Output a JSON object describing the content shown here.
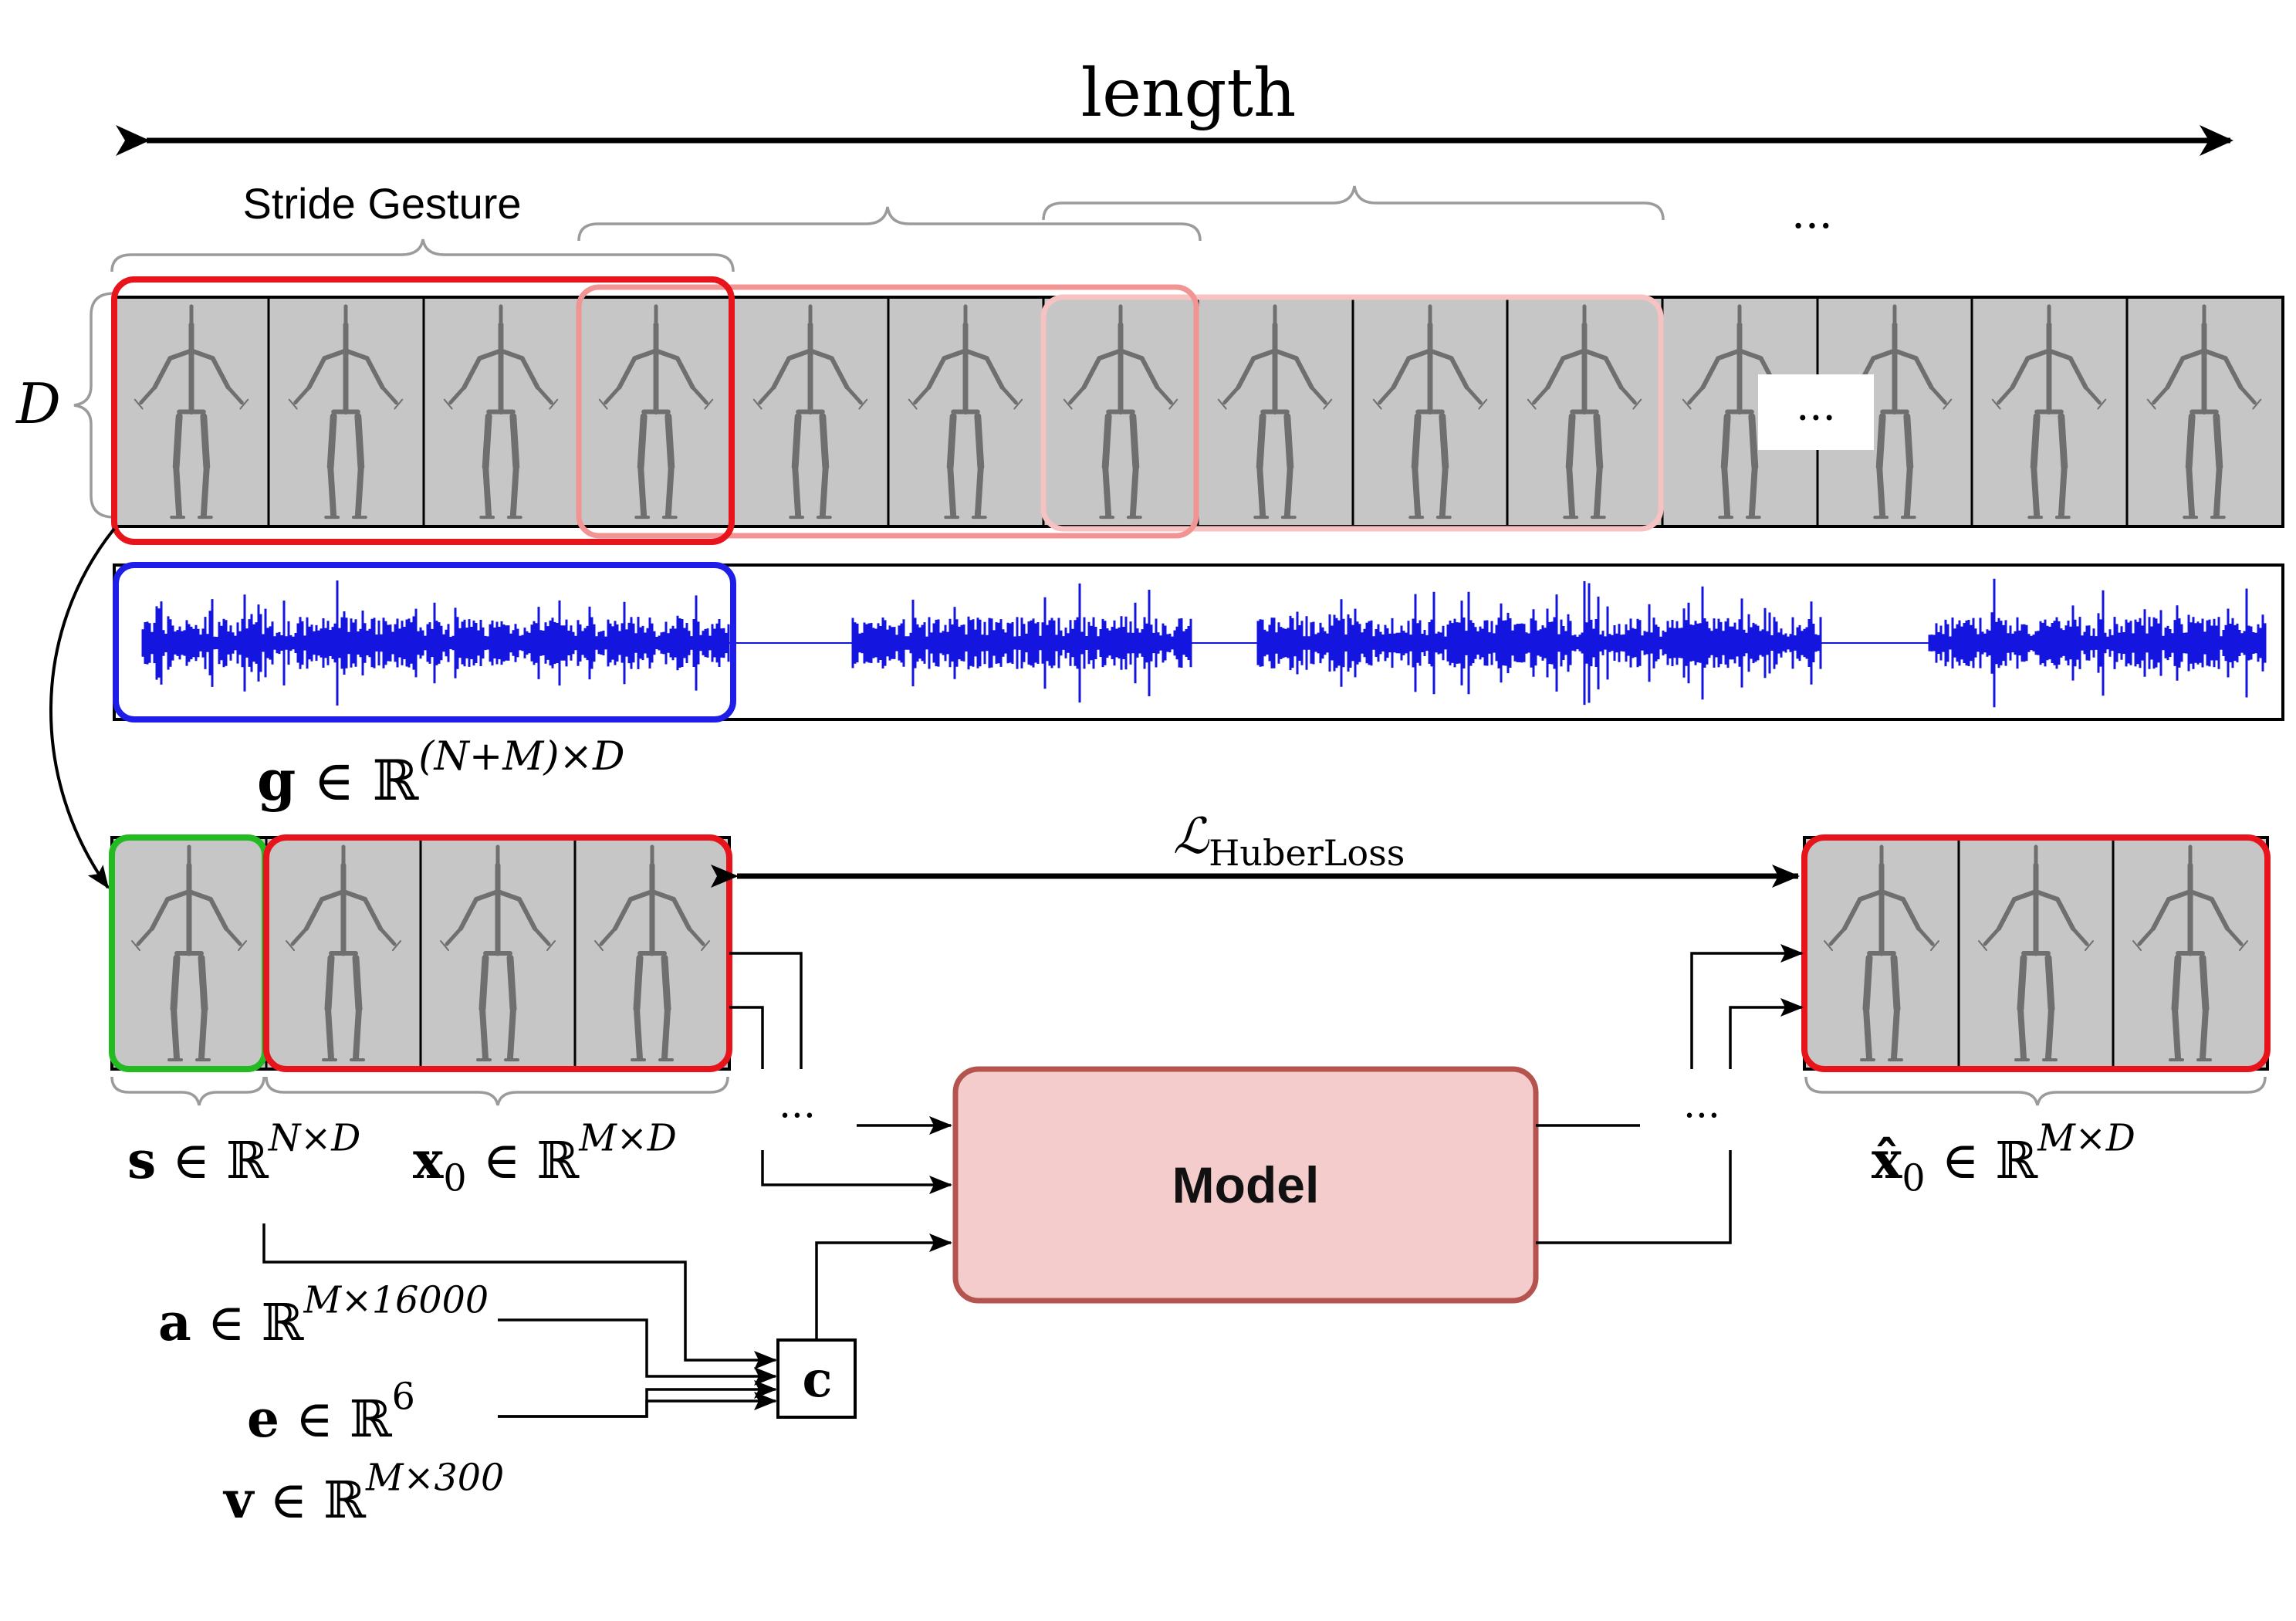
{
  "length_label": "length",
  "stride_label": "Stride Gesture",
  "depth_label": "D",
  "ellipsis_top": "···",
  "ellipsis_frames": "···",
  "ellipsis_left": "···",
  "ellipsis_right": "···",
  "g_label": {
    "sym": "g",
    "rel": " ∈ ℝ",
    "sup": "(N+M)×D"
  },
  "loss_label": {
    "sym": "ℒ",
    "sub": "HuberLoss"
  },
  "s_label": {
    "sym": "s",
    "rel": " ∈ ℝ",
    "sup": "N×D"
  },
  "x0_label": {
    "sym": "x",
    "sub": "0",
    "rel": " ∈ ℝ",
    "sup": "M×D"
  },
  "xhat_label": {
    "sym": "x̂",
    "sub": "0",
    "rel": " ∈ ℝ",
    "sup": "M×D"
  },
  "a_label": {
    "sym": "a",
    "rel": " ∈ ℝ",
    "sup": "M×16000"
  },
  "e_label": {
    "sym": "e",
    "rel": " ∈ ℝ",
    "sup": "6"
  },
  "v_label": {
    "sym": "v",
    "rel": " ∈ ℝ",
    "sup": "M×300"
  },
  "model_label": "Model",
  "c_label": "c",
  "colors": {
    "frame_bg": "#c6c6c6",
    "window_red": "#e8141b",
    "window_pink": "#f29494",
    "window_light_pink": "#f7c2c2",
    "audio_window": "#1e1ee8",
    "seed_green": "#22bb22",
    "model_fill": "#f5cccc",
    "model_border": "#b5534f",
    "waveform": "#1515e0"
  }
}
